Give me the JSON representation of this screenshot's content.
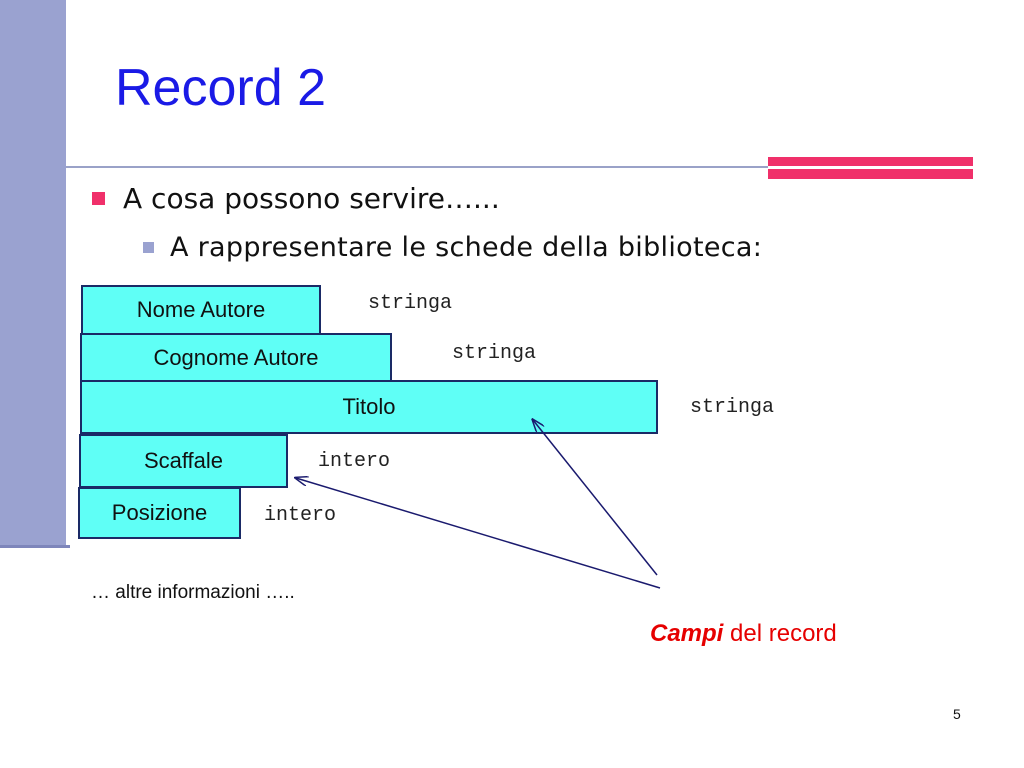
{
  "slide": {
    "title": "Record 2",
    "bullet_level1": "A cosa possono servire…...",
    "bullet_level2": "A rappresentare le schede della biblioteca:",
    "fields": [
      {
        "label": "Nome Autore",
        "type": "stringa"
      },
      {
        "label": "Cognome Autore",
        "type": "stringa"
      },
      {
        "label": "Titolo",
        "type": "stringa"
      },
      {
        "label": "Scaffale",
        "type": "intero"
      },
      {
        "label": "Posizione",
        "type": "intero"
      }
    ],
    "other_info": "… altre informazioni …..",
    "callout_emphasis": "Campi",
    "callout_rest": " del record",
    "page_number": "5"
  },
  "colors": {
    "title": "#1a1ae6",
    "accent": "#f0306a",
    "field_fill": "#5ffff6",
    "field_border": "#1a2a66",
    "callout": "#e60000",
    "sidebar": "#9aa2d0"
  }
}
